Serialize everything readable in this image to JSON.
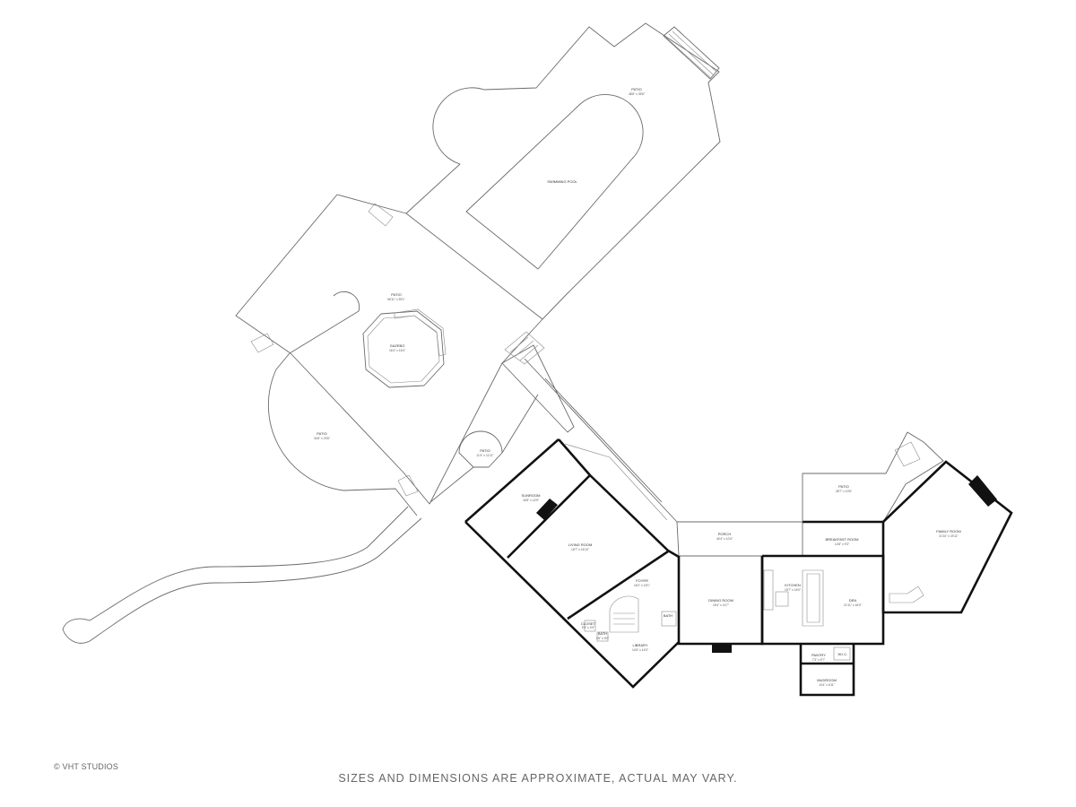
{
  "footer": {
    "copyright": "© VHT STUDIOS",
    "disclaimer": "SIZES AND DIMENSIONS ARE APPROXIMATE, ACTUAL MAY VARY."
  },
  "rooms": {
    "patio_top": {
      "label": "PATIO",
      "dims": "48'8\" x 35'8\""
    },
    "pool": {
      "label": "SWIMMING POOL",
      "dims": ""
    },
    "patio_mid": {
      "label": "PATIO",
      "dims": "56'11\" x 39'1\""
    },
    "gazebo": {
      "label": "GAZEBO",
      "dims": "16'4\" x 16'4\""
    },
    "patio_left": {
      "label": "PATIO",
      "dims": "34'6\" x 23'6\""
    },
    "patio_small": {
      "label": "PATIO",
      "dims": "11'4\" x 11'11\""
    },
    "sunroom": {
      "label": "SUNROOM",
      "dims": "16'8\" x 14'9\""
    },
    "living": {
      "label": "LIVING ROOM",
      "dims": "18'7\" x 16'10\""
    },
    "foyer": {
      "label": "FOYER",
      "dims": "16'2\" x 15'1\""
    },
    "library": {
      "label": "LIBRARY",
      "dims": "14'6\" x 14'0\""
    },
    "dining": {
      "label": "DINING ROOM",
      "dims": "15'4\" x 14'7\""
    },
    "porch": {
      "label": "PORCH",
      "dims": "44'4\" x 10'4\""
    },
    "kitchen": {
      "label": "KITCHEN",
      "dims": "19'7\" x 16'0\""
    },
    "breakfast": {
      "label": "BREAKFAST ROOM",
      "dims": "14'8\" x 9'3\""
    },
    "den": {
      "label": "DEN",
      "dims": "21'11\" x 16'0\""
    },
    "patio_right": {
      "label": "PATIO",
      "dims": "28'7\" x 10'6\""
    },
    "family": {
      "label": "FAMILY ROOM",
      "dims": "31'10\" x 23'11\""
    },
    "pantry": {
      "label": "PANTRY",
      "dims": "7'3\" x 5'7\""
    },
    "bath": {
      "label": "BATH",
      "dims": ""
    },
    "mudroom": {
      "label": "MUDROOM",
      "dims": "10'4\" x 6'11\""
    },
    "bath_small": {
      "label": "BATH",
      "dims": "4'8\" x 5'0\""
    },
    "closet": {
      "label": "CLOSET",
      "dims": "5'3\" x 4'9\""
    },
    "wic": {
      "label": "W.I.C.",
      "dims": ""
    }
  }
}
